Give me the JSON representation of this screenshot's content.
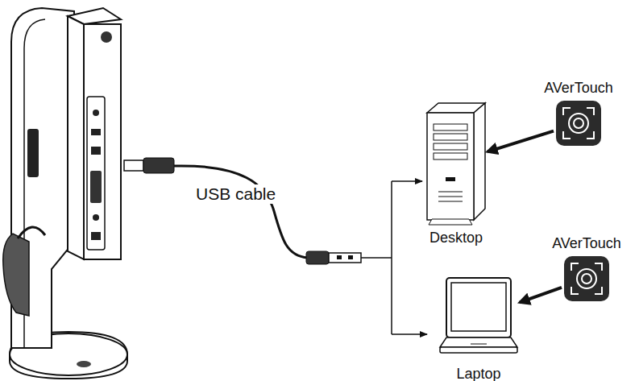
{
  "diagram": {
    "nodes": [
      {
        "text": [
          "AVerTouch"
        ]
      },
      {
        "text": [
          "Desktop"
        ]
      },
      {
        "text": [
          "AVerTouch"
        ]
      },
      {
        "text": [
          "Laptop"
        ]
      }
    ],
    "edges": [
      {
        "from": 0,
        "to": 1,
        "arrow": "to"
      },
      {
        "from": 2,
        "to": 3,
        "arrow": "to"
      }
    ],
    "labels": [
      "USB cable"
    ]
  }
}
